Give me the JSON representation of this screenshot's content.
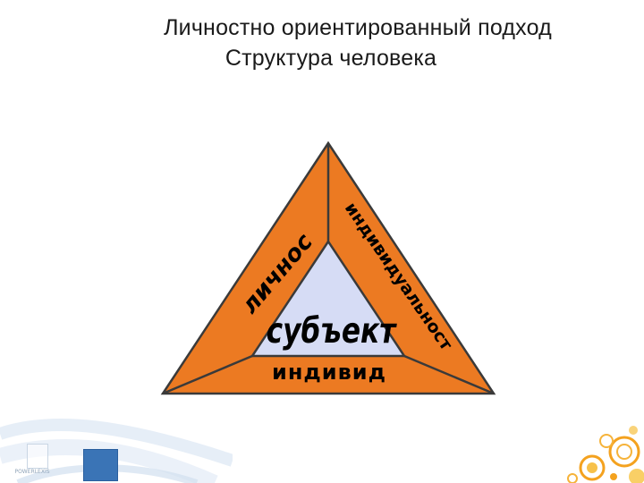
{
  "title": {
    "line1": "Личностно ориентированный подход",
    "line2": "Структура человека"
  },
  "diagram": {
    "left_side_label": "личность",
    "right_side_label": "индивидуальность",
    "bottom_label": "индивид",
    "center_label": "субъект"
  },
  "logo": {
    "text": "POWERLEXIS"
  },
  "colors": {
    "outer_fill": "#ec7a22",
    "outer_stroke": "#3a3a3a",
    "inner_fill": "#d6dcf5",
    "text": "#000000"
  }
}
